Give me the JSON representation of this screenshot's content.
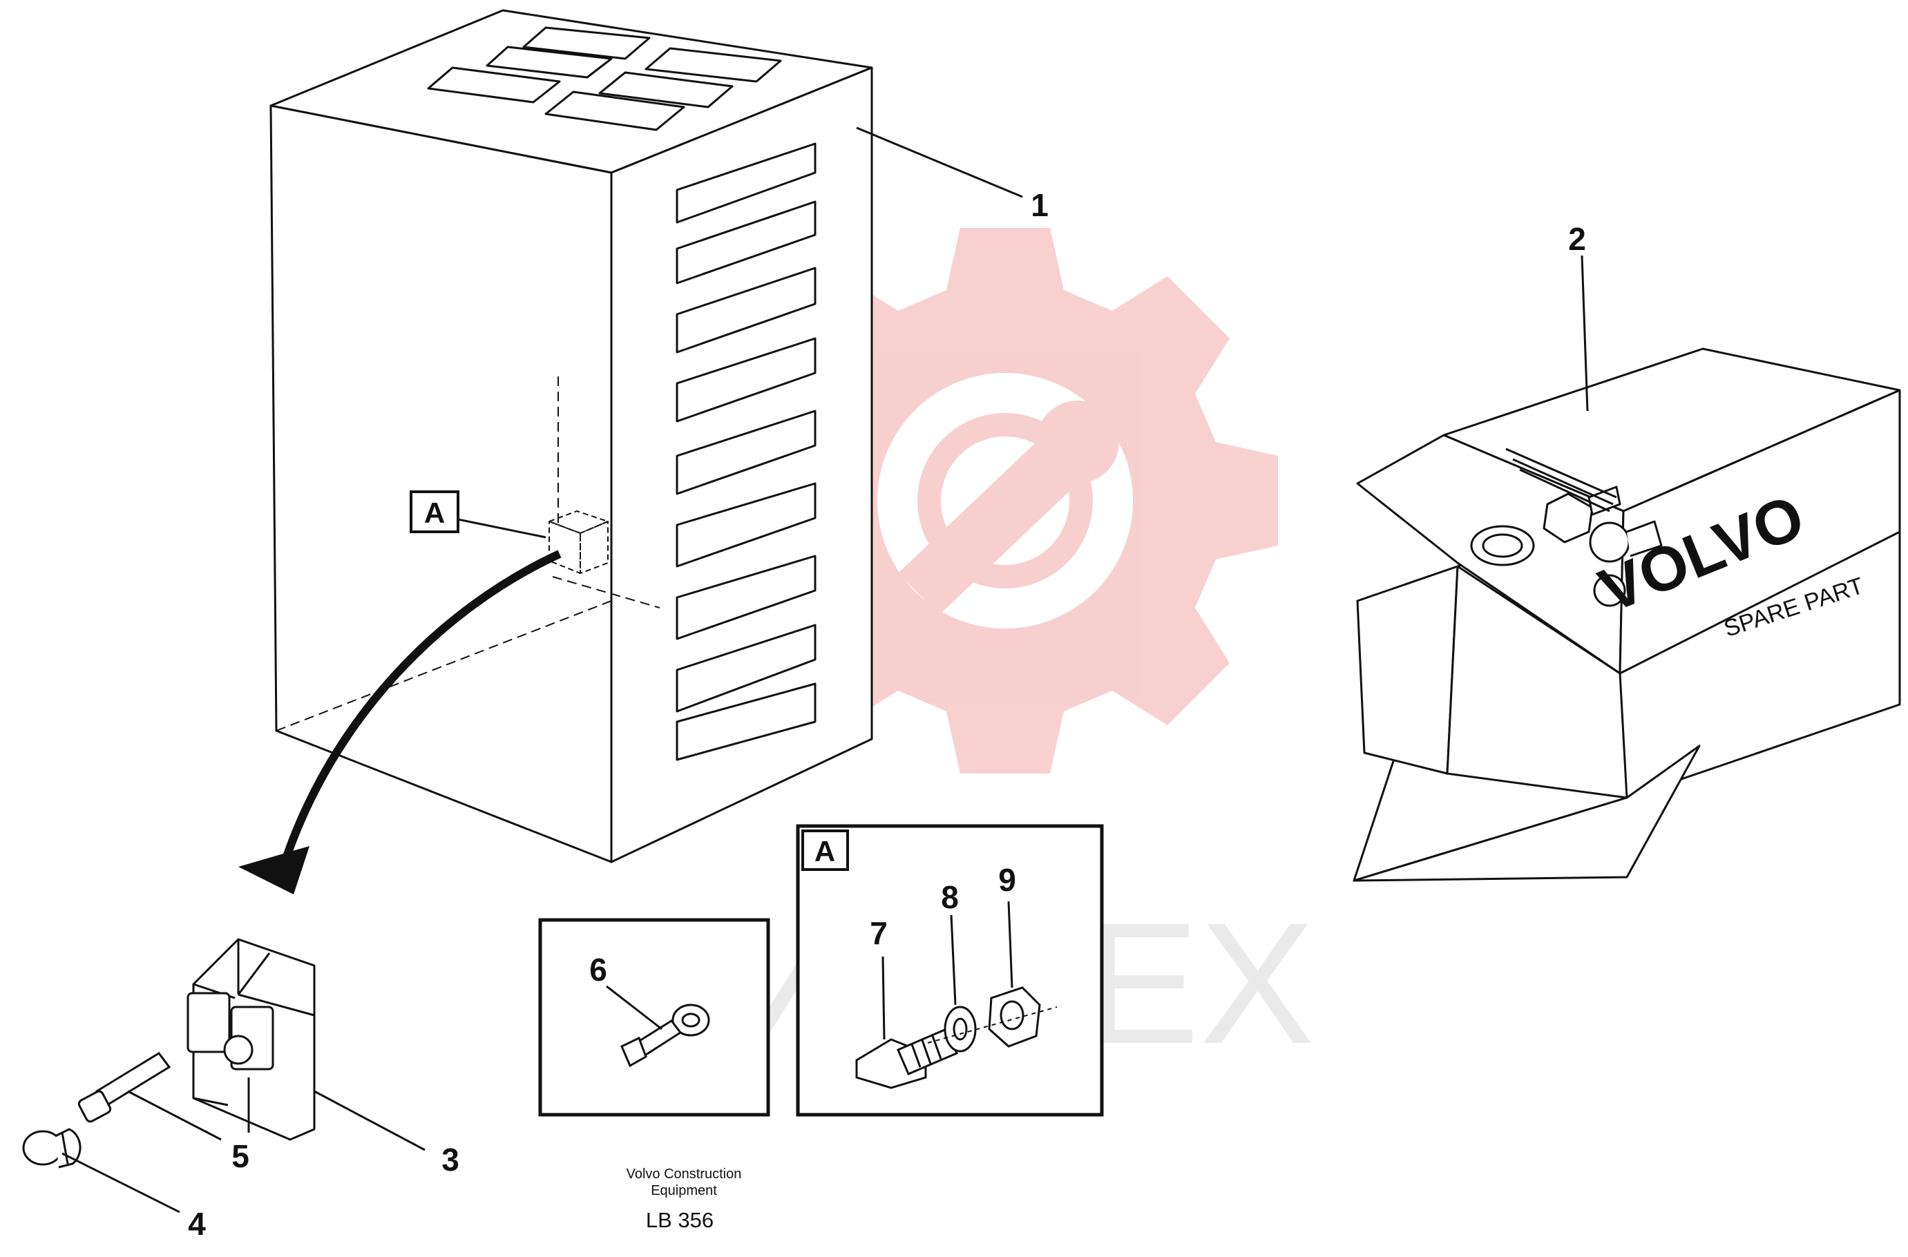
{
  "watermark": {
    "text": "ИНТЕХ",
    "color": "#f4a9a9",
    "text_color": "#d9d9d9"
  },
  "callouts": {
    "c1": "1",
    "c2": "2",
    "c3": "3",
    "c4": "4",
    "c5": "5",
    "c6": "6",
    "c7": "7",
    "c8": "8",
    "c9": "9"
  },
  "labels": {
    "view_a_marker": "A",
    "view_a_box": "A"
  },
  "spare_box": {
    "brand": "VOLVO",
    "subtitle": "SPARE PART"
  },
  "footer": {
    "line1": "Volvo Construction",
    "line2": "Equipment",
    "code": "LB 356"
  }
}
